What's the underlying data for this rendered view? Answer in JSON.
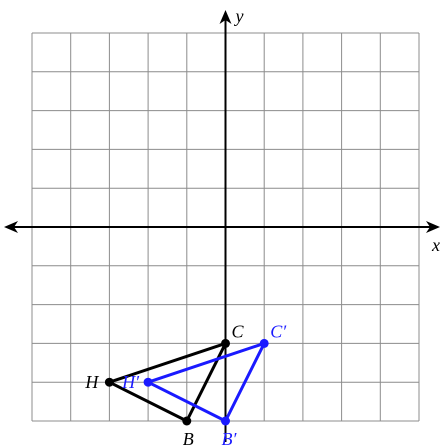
{
  "chart_data": {
    "type": "scatter",
    "grid": true,
    "xlim": [
      -5,
      5
    ],
    "ylim": [
      -5,
      5
    ],
    "axis_labels": {
      "x": "x",
      "y": "y"
    },
    "shapes": [
      {
        "role": "original",
        "color": "#000000",
        "vertices": [
          {
            "label": "H",
            "x": -3,
            "y": -4
          },
          {
            "label": "B",
            "x": -1,
            "y": -5
          },
          {
            "label": "C",
            "x": 0,
            "y": -3
          }
        ]
      },
      {
        "role": "image",
        "color": "#1a1aff",
        "vertices": [
          {
            "label": "H′",
            "x": -2,
            "y": -4
          },
          {
            "label": "B′",
            "x": 0,
            "y": -5
          },
          {
            "label": "C′",
            "x": 1,
            "y": -3
          }
        ]
      }
    ]
  }
}
